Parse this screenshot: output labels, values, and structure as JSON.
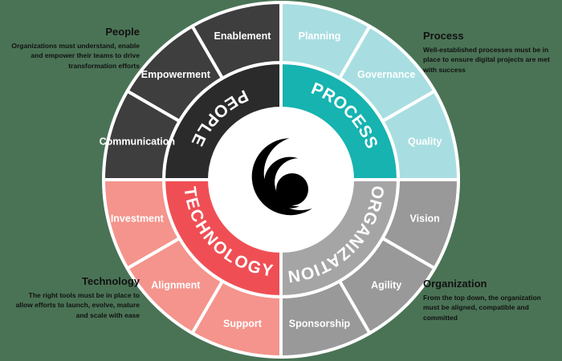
{
  "diagram": {
    "title_visible": false,
    "background_color": "#4a7355",
    "center": {
      "logo_name": "swirl-crescent-logo",
      "logo_color": "#000000",
      "disc_color": "#ffffff"
    },
    "quadrants": [
      {
        "key": "people",
        "inner_label": "PEOPLE",
        "inner_color": "#2b2b2b",
        "outer_color": "#3e3e3e",
        "callout_title": "People",
        "callout_body": "Organizations must understand, enable and empower their teams to drive transformation efforts",
        "segments": [
          "Communication",
          "Empowerment",
          "Enablement"
        ]
      },
      {
        "key": "process",
        "inner_label": "PROCESS",
        "inner_color": "#16b3b0",
        "outer_color": "#a8dee1",
        "callout_title": "Process",
        "callout_body": "Well-established processes must be in place to ensure digital projects are met with success",
        "segments": [
          "Planning",
          "Governance",
          "Quality"
        ]
      },
      {
        "key": "organization",
        "inner_label": "ORGANIZATION",
        "inner_color": "#a5a5a5",
        "outer_color": "#999999",
        "callout_title": "Organization",
        "callout_body": "From the top down, the organization must be aligned, compatible and committed",
        "segments": [
          "Vision",
          "Agility",
          "Sponsorship"
        ]
      },
      {
        "key": "technology",
        "inner_label": "TECHNOLOGY",
        "inner_color": "#ef4f54",
        "outer_color": "#f4948c",
        "callout_title": "Technology",
        "callout_body": "The right tools must be in place to allow efforts to launch, evolve, mature and scale with ease",
        "segments": [
          "Support",
          "Alignment",
          "Investment"
        ]
      }
    ]
  }
}
